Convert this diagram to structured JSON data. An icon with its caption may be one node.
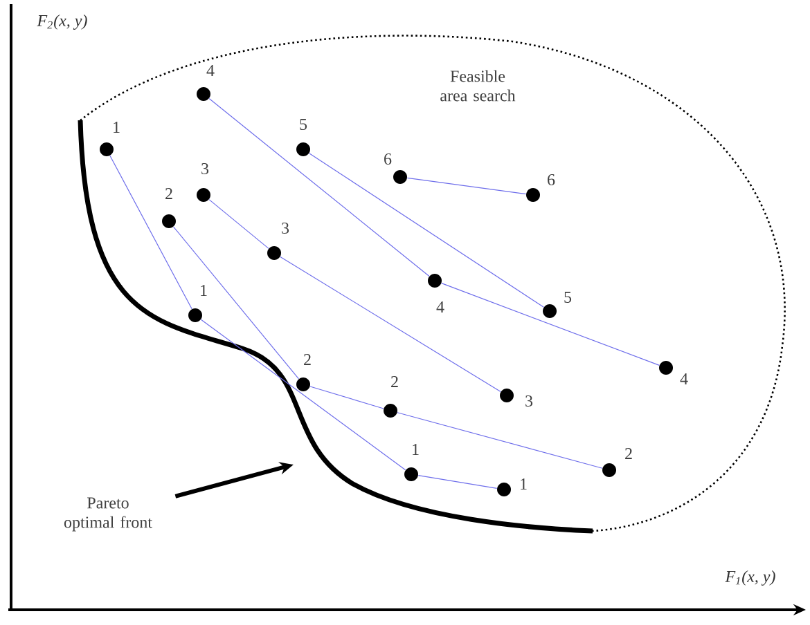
{
  "diagram": {
    "nodes": [
      {
        "text": [],
        "shape": "circle",
        "beside": [
          "4"
        ]
      },
      {
        "text": [],
        "shape": "circle",
        "beside": [
          "1"
        ]
      },
      {
        "text": [],
        "shape": "circle",
        "beside": [
          "5"
        ]
      },
      {
        "text": [],
        "shape": "circle",
        "beside": [
          "6"
        ]
      },
      {
        "text": [],
        "shape": "circle",
        "beside": [
          "3"
        ]
      },
      {
        "text": [],
        "shape": "circle",
        "beside": [
          "6"
        ]
      },
      {
        "text": [],
        "shape": "circle",
        "beside": [
          "2"
        ]
      },
      {
        "text": [],
        "shape": "circle",
        "beside": [
          "3"
        ]
      },
      {
        "text": [],
        "shape": "circle",
        "beside": [
          "4"
        ]
      },
      {
        "text": [],
        "shape": "circle",
        "beside": [
          "5"
        ]
      },
      {
        "text": [],
        "shape": "circle",
        "beside": [
          "1"
        ]
      },
      {
        "text": [],
        "shape": "circle",
        "beside": [
          "4"
        ]
      },
      {
        "text": [],
        "shape": "circle",
        "beside": [
          "2"
        ]
      },
      {
        "text": [],
        "shape": "circle",
        "beside": [
          "3"
        ]
      },
      {
        "text": [],
        "shape": "circle",
        "beside": [
          "2"
        ]
      },
      {
        "text": [],
        "shape": "circle",
        "beside": [
          "2"
        ]
      },
      {
        "text": [],
        "shape": "circle",
        "beside": [
          "1"
        ]
      },
      {
        "text": [],
        "shape": "circle",
        "beside": [
          "1"
        ]
      },
      {
        "text": [
          "Pareto optimal front"
        ]
      }
    ],
    "edges": [
      {
        "from": 1,
        "to": 10,
        "arrow": "none"
      },
      {
        "from": 10,
        "to": 16,
        "arrow": "none"
      },
      {
        "from": 16,
        "to": 17,
        "arrow": "none"
      },
      {
        "from": 6,
        "to": 12,
        "arrow": "none"
      },
      {
        "from": 12,
        "to": 14,
        "arrow": "none"
      },
      {
        "from": 14,
        "to": 15,
        "arrow": "none"
      },
      {
        "from": 4,
        "to": 7,
        "arrow": "none"
      },
      {
        "from": 7,
        "to": 13,
        "arrow": "none"
      },
      {
        "from": 0,
        "to": 8,
        "arrow": "none"
      },
      {
        "from": 8,
        "to": 11,
        "arrow": "none"
      },
      {
        "from": 2,
        "to": 9,
        "arrow": "none"
      },
      {
        "from": 3,
        "to": 5,
        "arrow": "none"
      },
      {
        "from": 18,
        "to": null,
        "arrow": "to",
        "style": "thick",
        "color": "#000000"
      }
    ],
    "labels": [
      "Feasible area search",
      "F$_{2}$(x, y)",
      "F$_{1}$(x, y)"
    ]
  }
}
